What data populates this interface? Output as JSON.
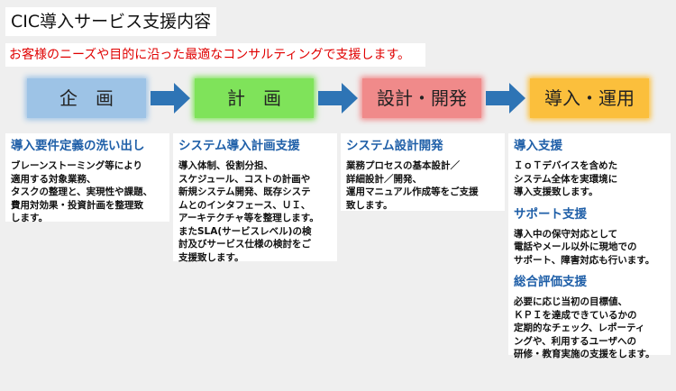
{
  "page": {
    "title": "CIC導入サービス支援内容",
    "subtitle": "お客様のニーズや目的に沿った最適なコンサルティングで支援します。"
  },
  "phases": [
    {
      "label": "企　画",
      "color": "#9dc3e6"
    },
    {
      "label": "計　画",
      "color": "#7fe35a"
    },
    {
      "label": "設計・開発",
      "color": "#f08a8a"
    },
    {
      "label": "導入・運用",
      "color": "#fbbf3c"
    }
  ],
  "arrow_color": "#2e74b5",
  "cards": {
    "plan": {
      "title": "導入要件定義の洗い出し",
      "body": "ブレーンストーミング等により\n適用する対象業務、\nタスクの整理と、実現性や課題、\n費用対効果・投資計画を整理致\nします。"
    },
    "design": {
      "title": "システム導入計画支援",
      "body": "導入体制、役割分担、\nスケジュール、コストの計画や\n新規システム開発、既存システ\nムとのインタフェース、ＵＩ、\nアーキテクチャ等を整理します。\nまたSLA(サービスレベル)の検\n討及びサービス仕様の検討をご\n支援致します。"
    },
    "dev": {
      "title": "システム設計開発",
      "body": "業務プロセスの基本設計／\n詳細設計／開発、\n運用マニュアル作成等をご支援\n致します。"
    },
    "ops": [
      {
        "title": "導入支援",
        "body": "ＩｏＴデバイスを含めた\nシステム全体を実環境に\n導入支援致します。"
      },
      {
        "title": "サポート支援",
        "body": "導入中の保守対応として\n電話やメール以外に現地での\nサポート、障害対応も行います。"
      },
      {
        "title": "総合評価支援",
        "body": "必要に応じ当初の目標値、\nＫＰＩを達成できているかの\n定期的なチェック、レポーティ\nングや、利用するユーザへの\n研修・教育実施の支援をします。"
      }
    ]
  }
}
